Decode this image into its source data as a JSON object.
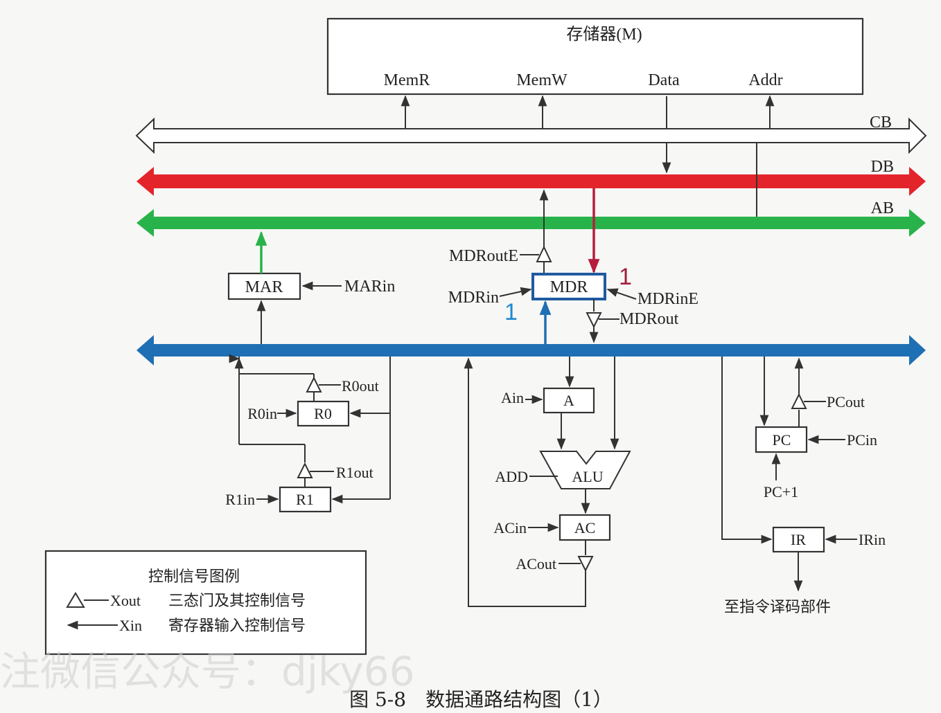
{
  "memory": {
    "title": "存储器(M)",
    "ports": [
      "MemR",
      "MemW",
      "Data",
      "Addr"
    ]
  },
  "buses": {
    "cb": "CB",
    "db": "DB",
    "ab": "AB",
    "colors": {
      "cb": "#ffffff",
      "db": "#e4242b",
      "ab": "#27b34a",
      "internal": "#1f6fb4"
    }
  },
  "registers": {
    "mar": "MAR",
    "marin": "MARin",
    "mdr": "MDR",
    "mdrin": "MDRin",
    "mdrine": "MDRinE",
    "mdrout": "MDRout",
    "mdroute": "MDRoutE",
    "r0": "R0",
    "r0in": "R0in",
    "r0out": "R0out",
    "r1": "R1",
    "r1in": "R1in",
    "r1out": "R1out",
    "a": "A",
    "ain": "Ain",
    "alu": "ALU",
    "add": "ADD",
    "ac": "AC",
    "acin": "ACin",
    "acout": "ACout",
    "pc": "PC",
    "pcin": "PCin",
    "pcout": "PCout",
    "pcplus": "PC+1",
    "ir": "IR",
    "irin": "IRin",
    "decoder": "至指令译码部件"
  },
  "marks": {
    "red": "1",
    "blue": "1",
    "red_color": "#a31d3a",
    "blue_color": "#1f8ad0"
  },
  "legend": {
    "title": "控制信号图例",
    "xout": "Xout",
    "xout_desc": "三态门及其控制信号",
    "xin": "Xin",
    "xin_desc": "寄存器输入控制信号"
  },
  "caption": "图 5-8　数据通路结构图（1）",
  "watermark": "注微信公众号：djky66"
}
